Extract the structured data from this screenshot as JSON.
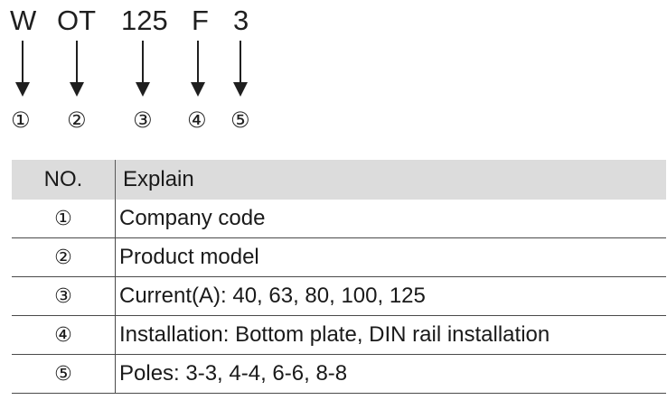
{
  "model_code": {
    "segments": [
      "W",
      "OT",
      "125",
      "F",
      "3"
    ],
    "markers": [
      "①",
      "②",
      "③",
      "④",
      "⑤"
    ]
  },
  "table": {
    "headers": {
      "no": "NO.",
      "explain": "Explain"
    },
    "rows": [
      {
        "no": "①",
        "explain": "Company code"
      },
      {
        "no": "②",
        "explain": "Product model"
      },
      {
        "no": "③",
        "explain": "Current(A): 40, 63, 80, 100, 125"
      },
      {
        "no": "④",
        "explain": "Installation: Bottom plate, DIN rail installation"
      },
      {
        "no": "⑤",
        "explain": "Poles: 3-3, 4-4, 6-6, 8-8"
      }
    ]
  }
}
